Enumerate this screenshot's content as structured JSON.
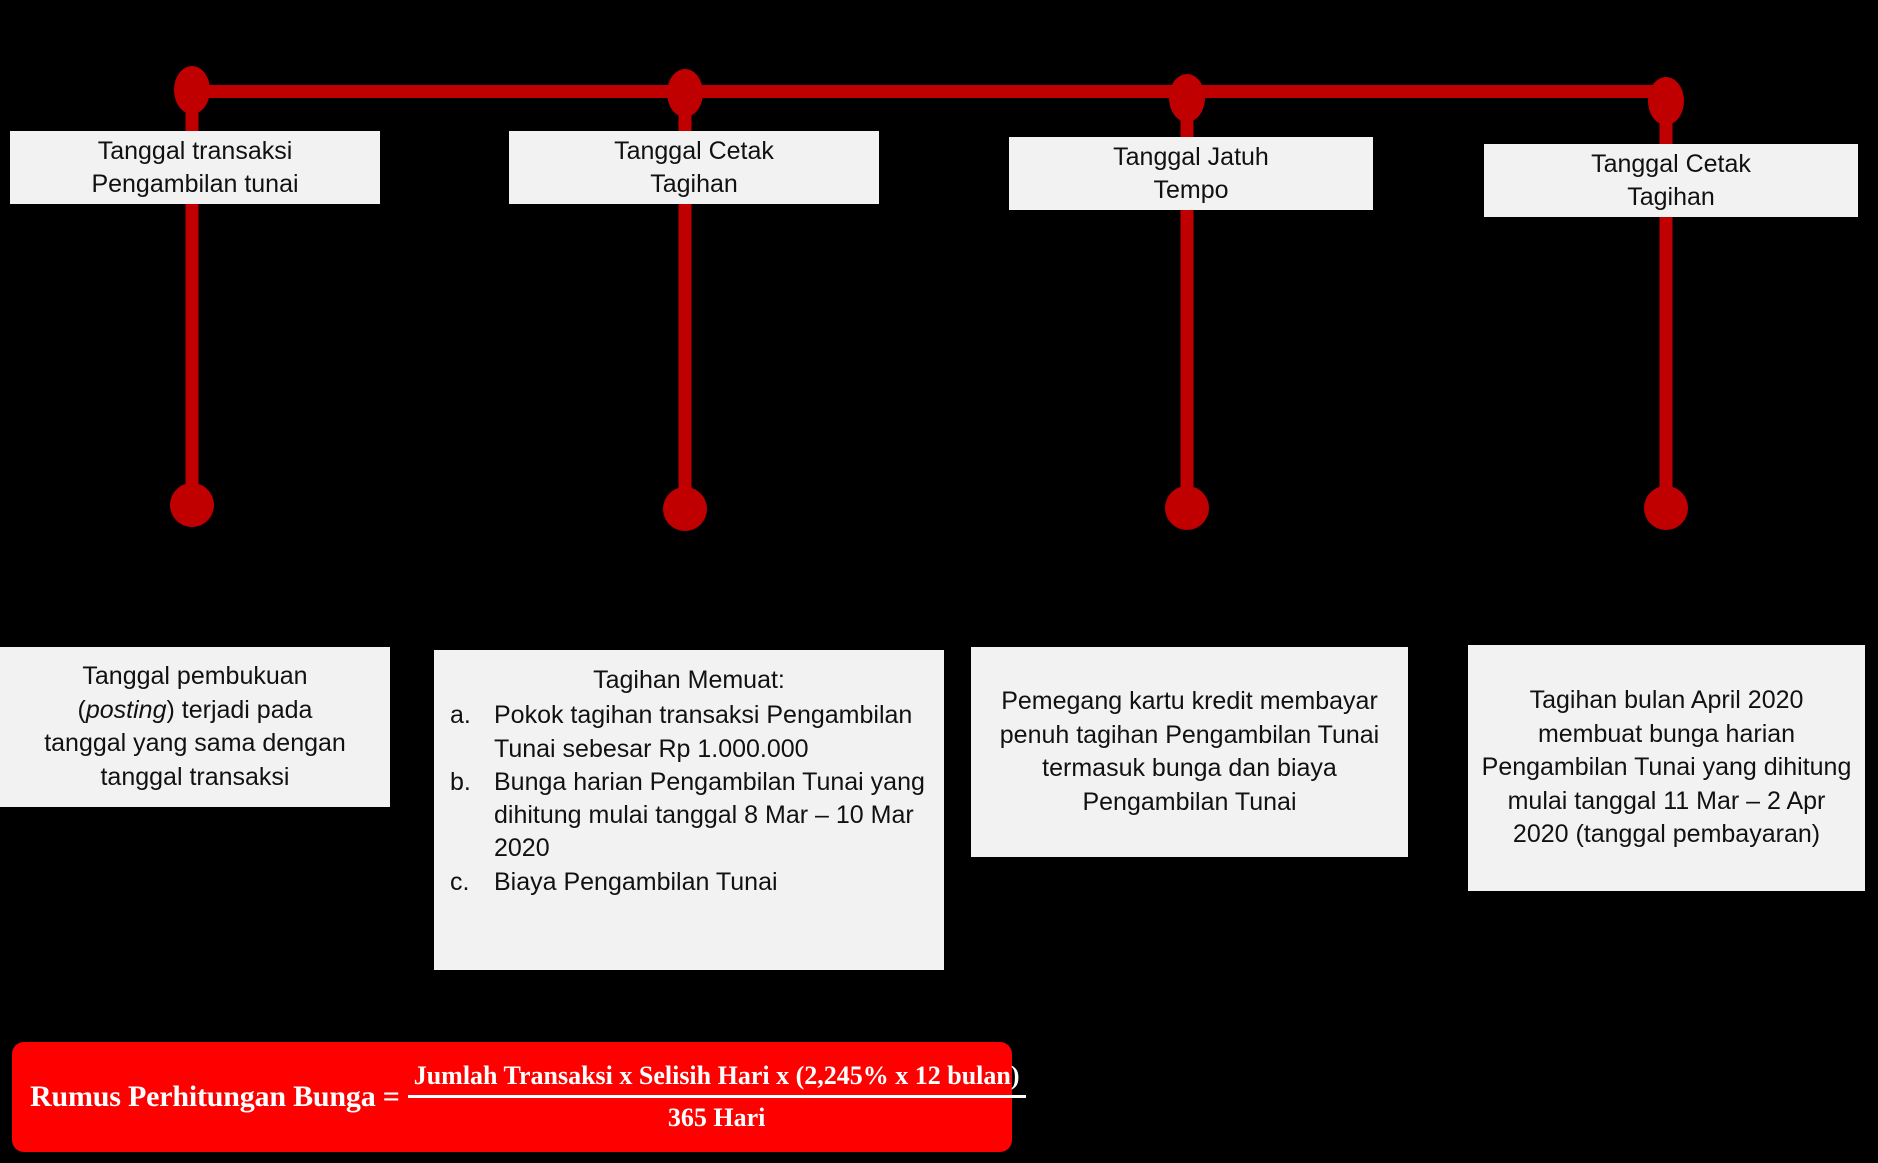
{
  "diagram": {
    "accent_color": "#C00000",
    "formula_bar_color": "#FF0000",
    "box_color": "#F2F2F2",
    "background_color": "#000000"
  },
  "timeline": {
    "events": [
      {
        "id": "event-1",
        "label_line1": "Tanggal transaksi",
        "label_line2": "Pengambilan tunai"
      },
      {
        "id": "event-2",
        "label_line1": "Tanggal Cetak",
        "label_line2": "Tagihan"
      },
      {
        "id": "event-3",
        "label_line1": "Tanggal Jatuh",
        "label_line2": "Tempo"
      },
      {
        "id": "event-4",
        "label_line1": "Tanggal Cetak",
        "label_line2": "Tagihan"
      }
    ]
  },
  "details": {
    "d1": {
      "line1": "Tanggal pembukuan",
      "line2_pre": "(",
      "line2_italic": "posting",
      "line2_post": ") terjadi pada",
      "line3": "tanggal yang sama dengan",
      "line4": "tanggal transaksi"
    },
    "d2": {
      "title": "Tagihan Memuat:",
      "items": [
        {
          "marker": "a.",
          "text": "Pokok tagihan transaksi Pengambilan Tunai sebesar Rp 1.000.000"
        },
        {
          "marker": "b.",
          "text": "Bunga harian Pengambilan Tunai yang dihitung mulai tanggal 8 Mar – 10 Mar 2020"
        },
        {
          "marker": "c.",
          "text": "Biaya Pengambilan Tunai"
        }
      ]
    },
    "d3": {
      "text": "Pemegang kartu kredit membayar penuh tagihan Pengambilan Tunai termasuk bunga dan biaya Pengambilan Tunai"
    },
    "d4": {
      "text": "Tagihan bulan April 2020 membuat bunga harian Pengambilan Tunai yang dihitung mulai tanggal 11 Mar – 2 Apr 2020 (tanggal pembayaran)"
    }
  },
  "formula": {
    "label": "Rumus Perhitungan Bunga =",
    "numerator": "Jumlah Transaksi x Selisih Hari x (2,245% x 12 bulan)",
    "denominator": "365 Hari"
  }
}
